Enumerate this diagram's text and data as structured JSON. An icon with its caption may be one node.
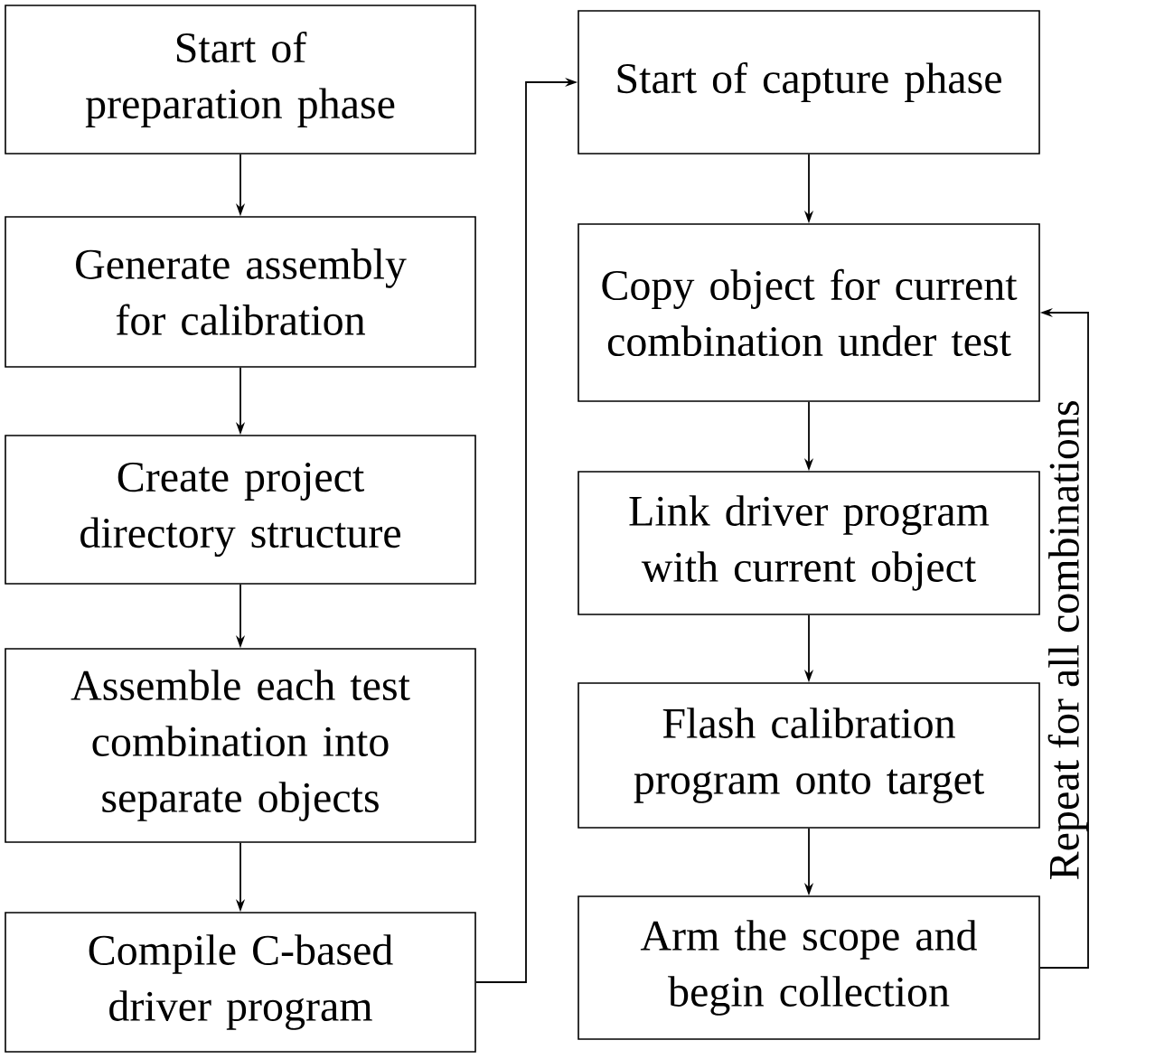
{
  "diagram": {
    "nodes": [
      {
        "text": [
          "Start of preparation phase"
        ]
      },
      {
        "text": [
          "Generate assembly for calibration"
        ]
      },
      {
        "text": [
          "Create project directory structure"
        ]
      },
      {
        "text": [
          "Assemble each test combination into separate objects"
        ]
      },
      {
        "text": [
          "Compile C-based driver program"
        ]
      },
      {
        "text": [
          "Start of capture phase"
        ]
      },
      {
        "text": [
          "Copy object for current combination under test"
        ]
      },
      {
        "text": [
          "Link driver program with current object"
        ]
      },
      {
        "text": [
          "Flash calibration program onto target"
        ]
      },
      {
        "text": [
          "Arm the scope and begin collection"
        ]
      }
    ],
    "edges": [
      {
        "from": 0,
        "to": 1,
        "arrow": "to"
      },
      {
        "from": 1,
        "to": 2,
        "arrow": "to"
      },
      {
        "from": 2,
        "to": 3,
        "arrow": "to"
      },
      {
        "from": 3,
        "to": 4,
        "arrow": "to"
      },
      {
        "from": 4,
        "to": 5,
        "arrow": "to"
      },
      {
        "from": 5,
        "to": 6,
        "arrow": "to"
      },
      {
        "from": 6,
        "to": 7,
        "arrow": "to"
      },
      {
        "from": 7,
        "to": 8,
        "arrow": "to"
      },
      {
        "from": 8,
        "to": 9,
        "arrow": "to"
      },
      {
        "from": 9,
        "to": 6,
        "arrow": "to",
        "label": "Repeat for all combinations"
      }
    ]
  }
}
